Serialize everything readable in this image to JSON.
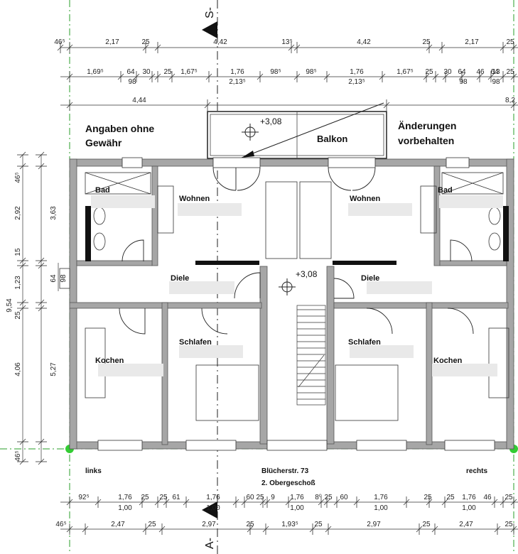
{
  "dims": {
    "row1": [
      "46⁵",
      "2,17",
      "25",
      "4,42",
      "13⁵",
      "4,42",
      "25",
      "2,17",
      "25"
    ],
    "row2a": [
      "1,69⁵",
      "64",
      "30",
      "25",
      "1,67⁵",
      "1,76",
      "98⁵",
      "98⁵",
      "1,76",
      "1,67⁵",
      "25",
      "30",
      "64",
      "46",
      "13",
      "64",
      "25"
    ],
    "row2b": [
      "98",
      "2,13⁵",
      "2,13⁵",
      "98",
      "98"
    ],
    "row3": [
      "4,44",
      "8,2"
    ],
    "left_outer": [
      "46⁵",
      "2,92",
      "15",
      "1,23",
      "25",
      "4,06",
      "46⁵"
    ],
    "left_inner": [
      "3,63",
      "5,27",
      "9,54"
    ],
    "left_win": [
      "64",
      "98"
    ],
    "bottom1": [
      "92⁵",
      "1,76",
      "25",
      "25",
      "61",
      "1,76",
      "60",
      "25",
      "9",
      "1,76",
      "8⁰",
      "25",
      "60",
      "1,76",
      "25",
      "25",
      "1,76",
      "46",
      "25"
    ],
    "bottom1b": [
      "1,00",
      "1,00",
      "1,00",
      "1,00",
      "1,00"
    ],
    "bottom2": [
      "46⁵",
      "2,47",
      "25",
      "2,97",
      "25",
      "1,93⁵",
      "25",
      "2,97",
      "25",
      "2,47",
      "25"
    ]
  },
  "section_marks": {
    "top": "S-",
    "bottom": "A-"
  },
  "notes": {
    "left": [
      "Angaben ohne",
      "Gewähr"
    ],
    "right": [
      "Änderungen",
      "vorbehalten"
    ]
  },
  "levels": [
    "+3,08",
    "+3,08"
  ],
  "rooms": {
    "balkon": "Balkon",
    "bad_l": "Bad",
    "wohnen_l": "Wohnen",
    "diele_l": "Diele",
    "schlafen_l": "Schlafen",
    "kochen_l": "Kochen",
    "bad_r": "Bad",
    "wohnen_r": "Wohnen",
    "diele_r": "Diele",
    "schlafen_r": "Schlafen",
    "kochen_r": "Kochen"
  },
  "footer": {
    "left": "links",
    "center1": "Blücherstr. 73",
    "center2": "2. Obergeschoß",
    "right": "rechts"
  }
}
